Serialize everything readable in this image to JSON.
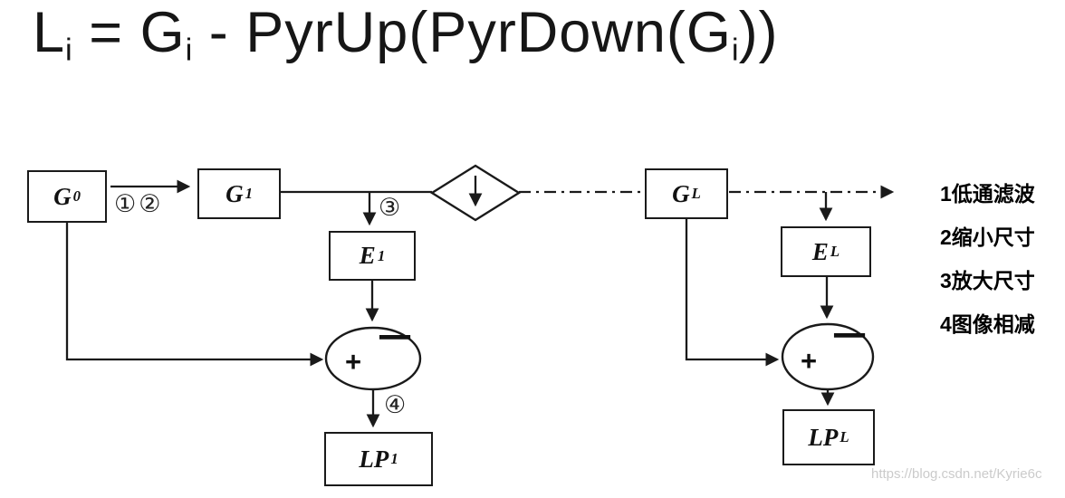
{
  "formula": {
    "lhs": "L",
    "sub": "i",
    "eq": " = ",
    "g": "G",
    "minus": " - ",
    "pyr": "PyrUp(PyrDown(G",
    "close": "))"
  },
  "nodes": {
    "g0": {
      "base": "G",
      "sub": "0"
    },
    "g1": {
      "base": "G",
      "sub": "1"
    },
    "e1": {
      "base": "E",
      "sub": "1"
    },
    "lp1": {
      "base": "LP",
      "sub": "1"
    },
    "gl": {
      "base": "G",
      "sub": "L"
    },
    "el": {
      "base": "E",
      "sub": "L"
    },
    "lpl": {
      "base": "LP",
      "sub": "L"
    }
  },
  "markers": {
    "steps12": "①②",
    "step3": "③",
    "step4": "④",
    "plus": "+",
    "minus": "−"
  },
  "legend": {
    "items": [
      "1低通滤波",
      "2缩小尺寸",
      "3放大尺寸",
      "4图像相减"
    ]
  },
  "watermark": "https://blog.csdn.net/Kyrie6c"
}
